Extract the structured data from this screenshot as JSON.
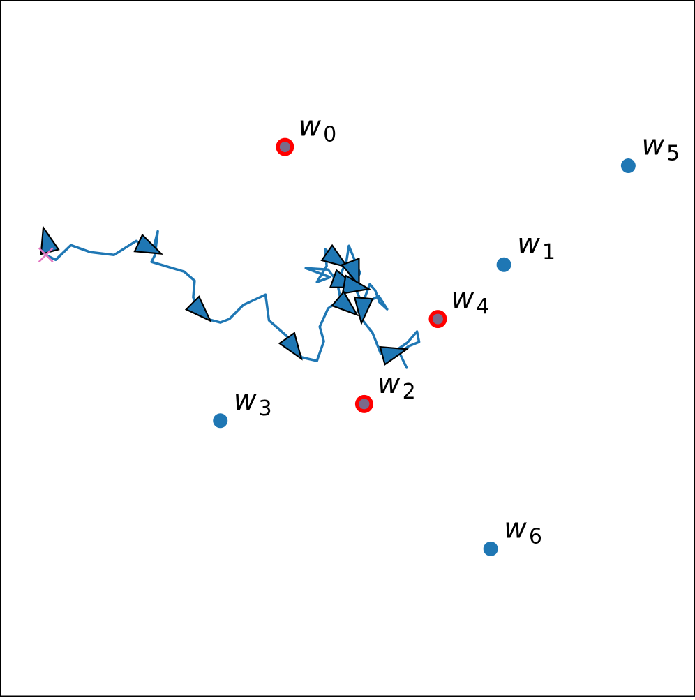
{
  "chart_data": {
    "type": "scatter",
    "title": "",
    "xlabel": "",
    "ylabel": "",
    "axes_visible": false,
    "grid": false,
    "frame": true,
    "colors": {
      "path": "#1f77b4",
      "point": "#1f77b4",
      "highlight_ring": "#ff0000",
      "highlight_fill": "#7a6a8a",
      "start_marker": "#e377c2",
      "arrow_edge": "#000000"
    },
    "points": [
      {
        "id": "w0",
        "base": "w",
        "sub": "0",
        "x": 0.41,
        "y": 0.789,
        "highlighted": true
      },
      {
        "id": "w1",
        "base": "w",
        "sub": "1",
        "x": 0.725,
        "y": 0.62,
        "highlighted": false
      },
      {
        "id": "w2",
        "base": "w",
        "sub": "2",
        "x": 0.524,
        "y": 0.42,
        "highlighted": true
      },
      {
        "id": "w3",
        "base": "w",
        "sub": "3",
        "x": 0.317,
        "y": 0.396,
        "highlighted": false
      },
      {
        "id": "w4",
        "base": "w",
        "sub": "4",
        "x": 0.63,
        "y": 0.542,
        "highlighted": true
      },
      {
        "id": "w5",
        "base": "w",
        "sub": "5",
        "x": 0.904,
        "y": 0.762,
        "highlighted": false
      },
      {
        "id": "w6",
        "base": "w",
        "sub": "6",
        "x": 0.706,
        "y": 0.212,
        "highlighted": false
      }
    ],
    "start": {
      "marker": "x",
      "x": 0.066,
      "y": 0.634
    },
    "trajectory": [
      [
        0.066,
        0.634
      ],
      [
        0.08,
        0.627
      ],
      [
        0.102,
        0.648
      ],
      [
        0.13,
        0.638
      ],
      [
        0.164,
        0.634
      ],
      [
        0.196,
        0.654
      ],
      [
        0.22,
        0.64
      ],
      [
        0.227,
        0.668
      ],
      [
        0.223,
        0.634
      ],
      [
        0.218,
        0.624
      ],
      [
        0.265,
        0.61
      ],
      [
        0.28,
        0.597
      ],
      [
        0.278,
        0.573
      ],
      [
        0.288,
        0.55
      ],
      [
        0.302,
        0.541
      ],
      [
        0.317,
        0.537
      ],
      [
        0.33,
        0.542
      ],
      [
        0.35,
        0.562
      ],
      [
        0.382,
        0.577
      ],
      [
        0.387,
        0.54
      ],
      [
        0.412,
        0.518
      ],
      [
        0.434,
        0.487
      ],
      [
        0.456,
        0.482
      ],
      [
        0.466,
        0.51
      ],
      [
        0.46,
        0.531
      ],
      [
        0.472,
        0.557
      ],
      [
        0.49,
        0.57
      ],
      [
        0.485,
        0.596
      ],
      [
        0.472,
        0.613
      ],
      [
        0.44,
        0.615
      ],
      [
        0.475,
        0.602
      ],
      [
        0.456,
        0.595
      ],
      [
        0.47,
        0.618
      ],
      [
        0.468,
        0.642
      ],
      [
        0.483,
        0.63
      ],
      [
        0.496,
        0.62
      ],
      [
        0.488,
        0.6
      ],
      [
        0.506,
        0.587
      ],
      [
        0.518,
        0.608
      ],
      [
        0.502,
        0.647
      ],
      [
        0.498,
        0.622
      ],
      [
        0.508,
        0.593
      ],
      [
        0.52,
        0.567
      ],
      [
        0.515,
        0.553
      ],
      [
        0.525,
        0.573
      ],
      [
        0.532,
        0.592
      ],
      [
        0.54,
        0.583
      ],
      [
        0.546,
        0.566
      ],
      [
        0.557,
        0.556
      ],
      [
        0.545,
        0.575
      ],
      [
        0.526,
        0.565
      ],
      [
        0.522,
        0.54
      ],
      [
        0.536,
        0.522
      ],
      [
        0.548,
        0.492
      ],
      [
        0.567,
        0.495
      ],
      [
        0.586,
        0.508
      ],
      [
        0.6,
        0.524
      ],
      [
        0.603,
        0.509
      ],
      [
        0.588,
        0.503
      ],
      [
        0.575,
        0.493
      ],
      [
        0.585,
        0.472
      ]
    ],
    "arrows": [
      {
        "x": 0.068,
        "y": 0.652,
        "angle": -105
      },
      {
        "x": 0.212,
        "y": 0.645,
        "angle": 25
      },
      {
        "x": 0.287,
        "y": 0.555,
        "angle": 45
      },
      {
        "x": 0.421,
        "y": 0.503,
        "angle": 55
      },
      {
        "x": 0.482,
        "y": 0.629,
        "angle": 35
      },
      {
        "x": 0.509,
        "y": 0.611,
        "angle": 70
      },
      {
        "x": 0.493,
        "y": 0.595,
        "angle": 20
      },
      {
        "x": 0.509,
        "y": 0.589,
        "angle": 10
      },
      {
        "x": 0.497,
        "y": 0.562,
        "angle": 40
      },
      {
        "x": 0.522,
        "y": 0.558,
        "angle": 95
      },
      {
        "x": 0.564,
        "y": 0.493,
        "angle": -15
      }
    ],
    "xlim": [
      0,
      1
    ],
    "ylim": [
      0,
      1
    ]
  }
}
